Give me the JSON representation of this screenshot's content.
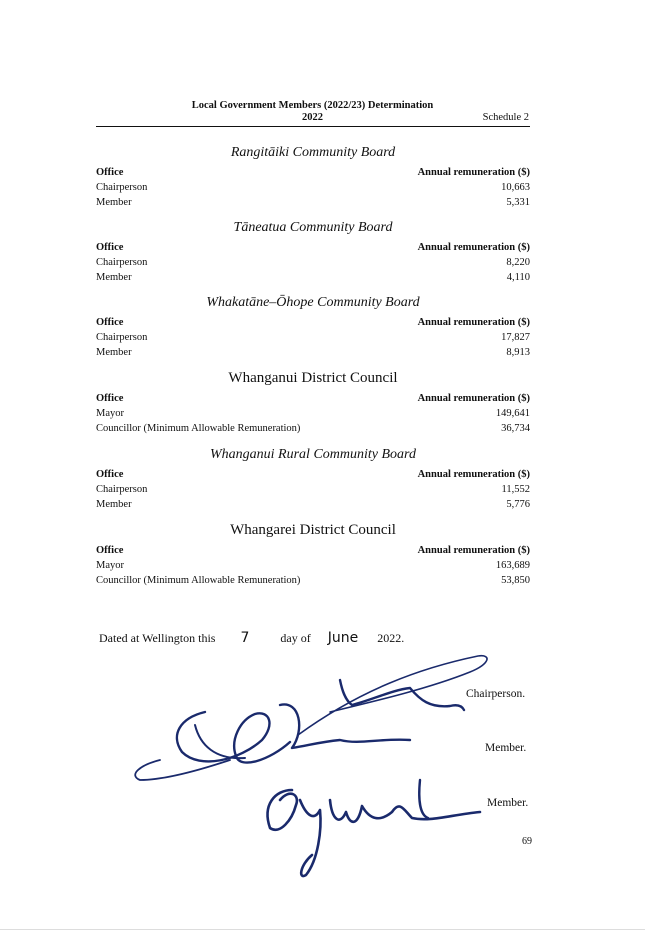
{
  "header": {
    "title_line1": "Local Government Members (2022/23) Determination",
    "title_line2": "2022",
    "schedule": "Schedule 2"
  },
  "sections": [
    {
      "title": "Rangitāiki Community Board",
      "col_office": "Office",
      "col_amount": "Annual remuneration ($)",
      "rows": [
        {
          "office": "Chairperson",
          "amount": "10,663"
        },
        {
          "office": "Member",
          "amount": "5,331"
        }
      ]
    },
    {
      "title": "Tāneatua Community Board",
      "col_office": "Office",
      "col_amount": "Annual remuneration ($)",
      "rows": [
        {
          "office": "Chairperson",
          "amount": "8,220"
        },
        {
          "office": "Member",
          "amount": "4,110"
        }
      ]
    },
    {
      "title": "Whakatāne–Ōhope Community Board",
      "col_office": "Office",
      "col_amount": "Annual remuneration ($)",
      "rows": [
        {
          "office": "Chairperson",
          "amount": "17,827"
        },
        {
          "office": "Member",
          "amount": "8,913"
        }
      ]
    },
    {
      "title": "Whanganui District Council",
      "col_office": "Office",
      "col_amount": "Annual remuneration ($)",
      "rows": [
        {
          "office": "Mayor",
          "amount": "149,641"
        },
        {
          "office": "Councillor (Minimum Allowable Remuneration)",
          "amount": "36,734"
        }
      ]
    },
    {
      "title": "Whanganui Rural Community Board",
      "col_office": "Office",
      "col_amount": "Annual remuneration ($)",
      "rows": [
        {
          "office": "Chairperson",
          "amount": "11,552"
        },
        {
          "office": "Member",
          "amount": "5,776"
        }
      ]
    },
    {
      "title": "Whangarei District Council",
      "col_office": "Office",
      "col_amount": "Annual remuneration ($)",
      "rows": [
        {
          "office": "Mayor",
          "amount": "163,689"
        },
        {
          "office": "Councillor (Minimum Allowable Remuneration)",
          "amount": "53,850"
        }
      ]
    }
  ],
  "dated": {
    "prefix": "Dated at Wellington this",
    "day": "7",
    "mid": "day of",
    "month": "June",
    "year": "2022."
  },
  "signatures": {
    "chairperson": "Chairperson.",
    "member1": "Member.",
    "member2": "Member."
  },
  "page_number": "69",
  "ink_color": "#1a2a6c"
}
